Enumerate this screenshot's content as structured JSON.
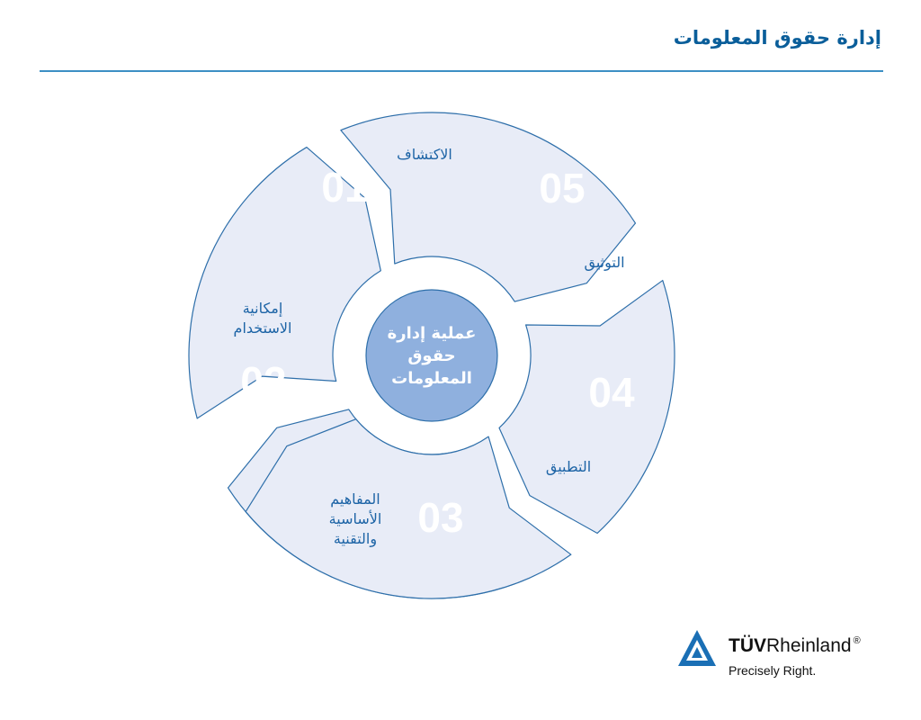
{
  "header": {
    "title": "إدارة حقوق المعلومات"
  },
  "cycle": {
    "center_label_lines": [
      "عملية إدارة",
      "حقوق",
      "المعلومات"
    ],
    "segments": [
      {
        "number": "01",
        "label_lines": [
          "الاكتشاف"
        ]
      },
      {
        "number": "02",
        "label_lines": [
          "إمكانية",
          "الاستخدام"
        ]
      },
      {
        "number": "03",
        "label_lines": [
          "المفاهيم",
          "الأساسية",
          "والتقنية"
        ]
      },
      {
        "number": "04",
        "label_lines": [
          "التطبيق"
        ]
      },
      {
        "number": "05",
        "label_lines": [
          "التوثيق"
        ]
      }
    ]
  },
  "branding": {
    "brand_strong": "TÜV",
    "brand_rest": "Rheinland",
    "registered": "®",
    "tagline": "Precisely Right."
  },
  "colors": {
    "title": "#0a5e9a",
    "segment_fill": "#e8ecf7",
    "segment_stroke": "#2e6faa",
    "center_fill": "#8fb0de",
    "label_text": "#1d64a6",
    "number_text": "#ffffff"
  }
}
